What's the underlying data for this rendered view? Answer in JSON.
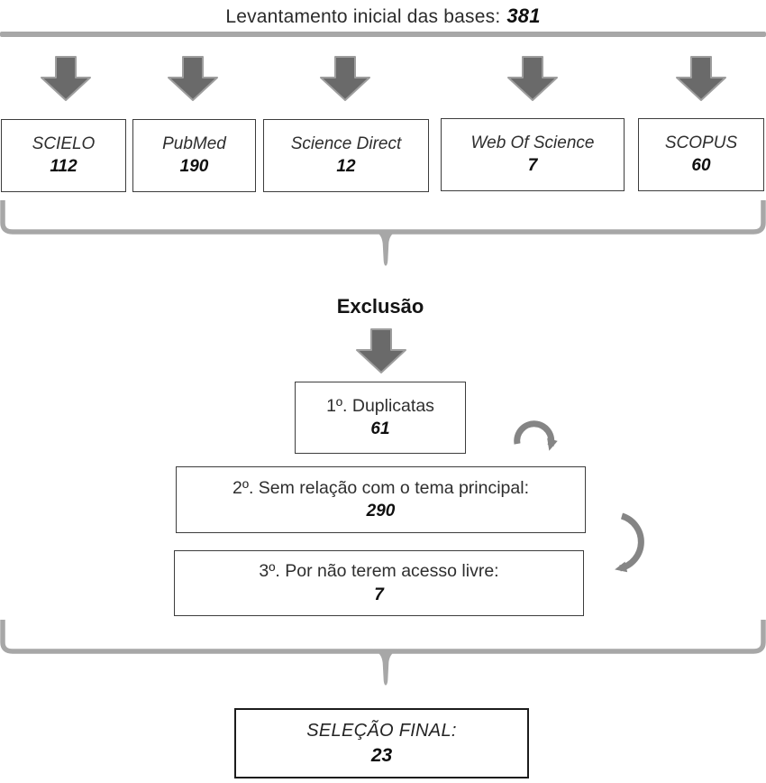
{
  "title": {
    "text": "Levantamento inicial das bases:",
    "value": "381"
  },
  "databases": [
    {
      "name": "SCIELO",
      "count": "112"
    },
    {
      "name": "PubMed",
      "count": "190"
    },
    {
      "name": "Science Direct",
      "count": "12"
    },
    {
      "name": "Web Of Science",
      "count": "7"
    },
    {
      "name": "SCOPUS",
      "count": "60"
    }
  ],
  "exclusion": {
    "label": "Exclusão",
    "steps": [
      {
        "text": "1º. Duplicatas",
        "count": "61"
      },
      {
        "text": "2º. Sem relação com o tema principal:",
        "count": "290"
      },
      {
        "text": "3º. Por não terem acesso livre:",
        "count": "7"
      }
    ]
  },
  "final": {
    "label": "SELEÇÃO FINAL:",
    "count": "23"
  },
  "colors": {
    "arrow_fill": "#6a6a6a",
    "arrow_outline": "#9e9e9e",
    "brace": "#a7a7a7",
    "box_border": "#3d3d3d",
    "final_border": "#1c1c1c",
    "text": "#2e2e2e"
  }
}
